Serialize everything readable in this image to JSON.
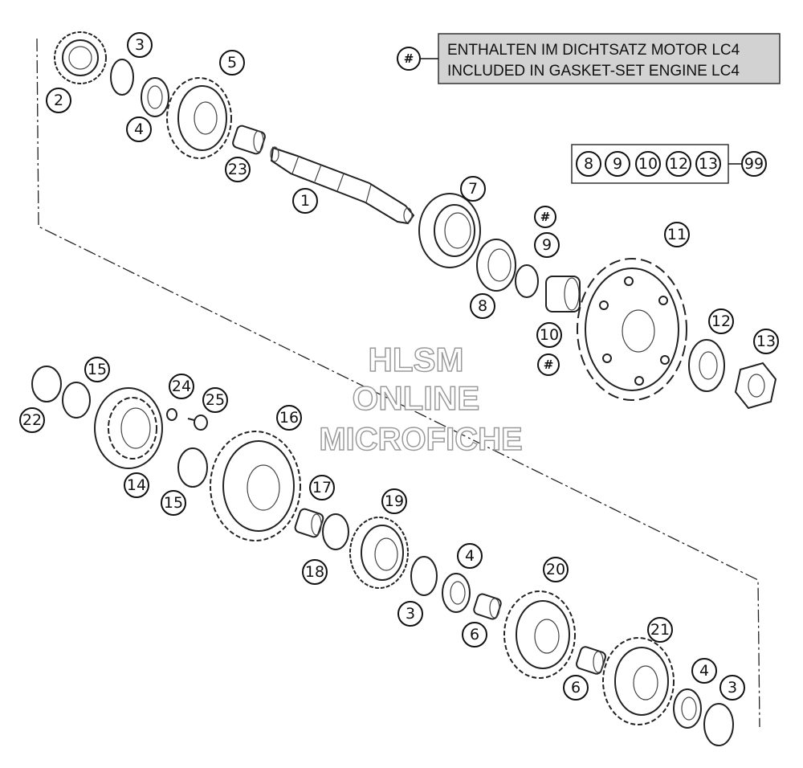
{
  "legend": {
    "symbol": "#",
    "line1": "ENTHALTEN IM DICHTSATZ MOTOR LC4",
    "line2": "INCLUDED IN GASKET-SET ENGINE LC4"
  },
  "kit": {
    "members": [
      "8",
      "9",
      "10",
      "12",
      "13"
    ],
    "result": "99"
  },
  "watermark": {
    "line1": "HLSM",
    "line2": "ONLINE",
    "line3": "MICROFICHE"
  },
  "callouts": [
    {
      "id": "c1",
      "label": "1"
    },
    {
      "id": "c2",
      "label": "2"
    },
    {
      "id": "c3a",
      "label": "3"
    },
    {
      "id": "c4a",
      "label": "4"
    },
    {
      "id": "c5",
      "label": "5"
    },
    {
      "id": "c23",
      "label": "23"
    },
    {
      "id": "c7",
      "label": "7"
    },
    {
      "id": "c8",
      "label": "8"
    },
    {
      "id": "c9",
      "label": "9"
    },
    {
      "id": "c10",
      "label": "10"
    },
    {
      "id": "c11",
      "label": "11"
    },
    {
      "id": "c12",
      "label": "12"
    },
    {
      "id": "c13",
      "label": "13"
    },
    {
      "id": "c15a",
      "label": "15"
    },
    {
      "id": "c22",
      "label": "22"
    },
    {
      "id": "c24",
      "label": "24"
    },
    {
      "id": "c25",
      "label": "25"
    },
    {
      "id": "c14",
      "label": "14"
    },
    {
      "id": "c15b",
      "label": "15"
    },
    {
      "id": "c16",
      "label": "16"
    },
    {
      "id": "c17",
      "label": "17"
    },
    {
      "id": "c18",
      "label": "18"
    },
    {
      "id": "c19",
      "label": "19"
    },
    {
      "id": "c3b",
      "label": "3"
    },
    {
      "id": "c4b",
      "label": "4"
    },
    {
      "id": "c6a",
      "label": "6"
    },
    {
      "id": "c20",
      "label": "20"
    },
    {
      "id": "c6b",
      "label": "6"
    },
    {
      "id": "c21",
      "label": "21"
    },
    {
      "id": "c4c",
      "label": "4"
    },
    {
      "id": "c3c",
      "label": "3"
    },
    {
      "id": "h1",
      "label": "#"
    },
    {
      "id": "h2",
      "label": "#"
    }
  ]
}
